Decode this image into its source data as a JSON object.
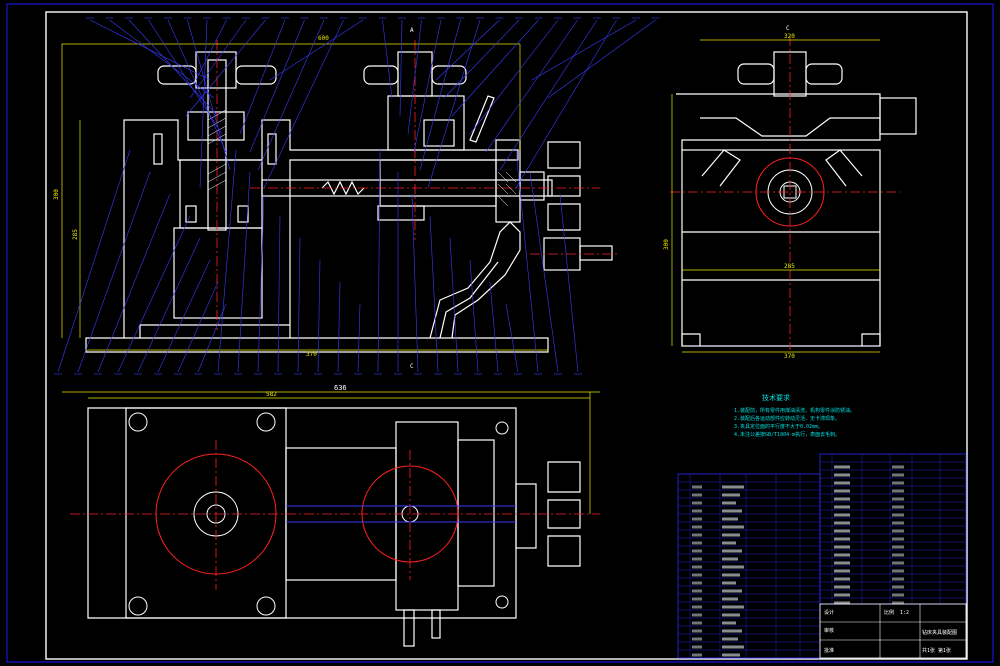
{
  "colors": {
    "background": "#000000",
    "outline": "#ffffff",
    "frame": "#1a1aff",
    "center": "#ff2020",
    "leader": "#3a3aff",
    "dim": "#e8e800",
    "hidden": "#ffff00",
    "table": "#2a2aff",
    "text_table": "#ffffff",
    "accent": "#00e0e0"
  },
  "dims": {
    "front_width": "636",
    "front_top": "600",
    "front_height": "300",
    "front_inner_height": "285",
    "front_base": "370",
    "side_top": "320",
    "side_middle": "285",
    "side_base": "370",
    "side_height": "300",
    "plan_width": "582"
  },
  "view_labels": {
    "section_a": "A",
    "section_c_top": "C",
    "section_c_bottom": "C"
  },
  "notes": {
    "title": "技术要求",
    "lines": [
      "1.装配前，所有零件用煤油清洗，机构零件涂防锈油。",
      "2.装配后各运动部件应转动灵活，无卡滞现象。",
      "3.夹具定位面的平行度不大于0.02mm。",
      "4.未注公差按GB/T1804-m执行，表面去毛刺。"
    ]
  },
  "leaders": {
    "top_count": 30,
    "bottom_count": 27
  },
  "title_block": {
    "drawing_name": "钻床夹具装配图",
    "scale_label": "比例",
    "scale_value": "1:2",
    "sheet_label": "共1张 第1张",
    "designer": "设计",
    "checker": "审核",
    "approver": "批准"
  }
}
